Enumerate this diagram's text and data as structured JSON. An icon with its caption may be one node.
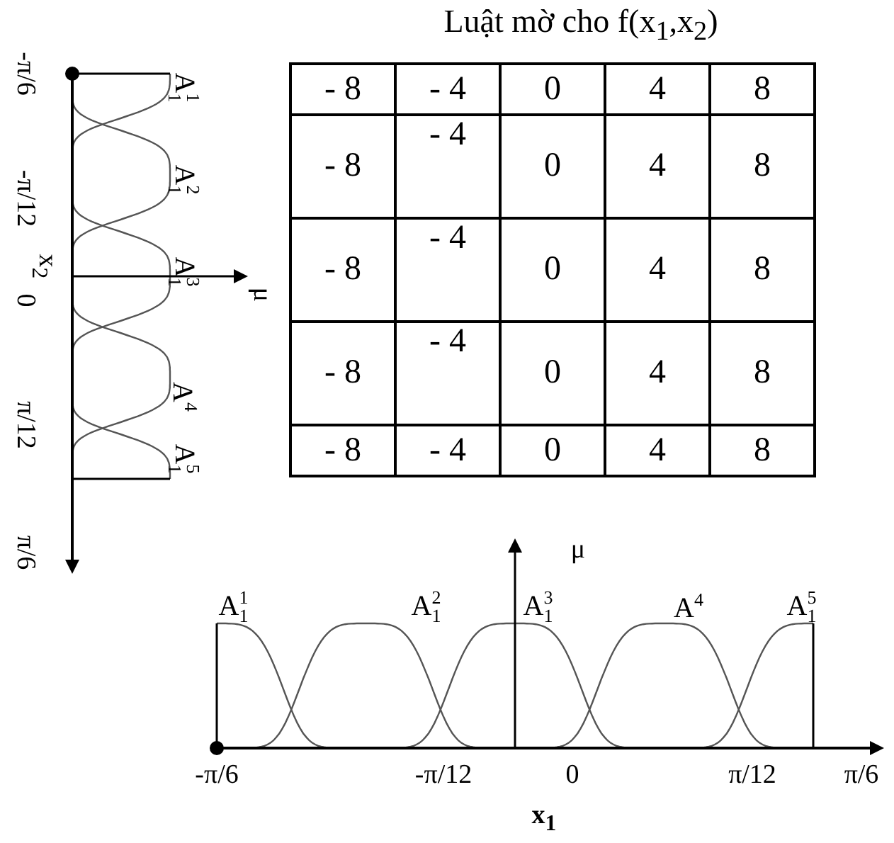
{
  "diagram": {
    "title": "Luật mờ cho f(x$_{1}$,x$_{2}$)",
    "labels": [
      "- 8",
      "- 4",
      "0",
      "4",
      "8",
      "- 8",
      "- 4",
      "0",
      "4",
      "8",
      "- 8",
      "- 4",
      "0",
      "4",
      "8",
      "- 8",
      "- 4",
      "0",
      "4",
      "8",
      "- 8",
      "- 4",
      "0",
      "4",
      "8",
      "A$^{1}$$_{1}$",
      "A$^{2}$$_{1}$",
      "A$^{3}$$_{1}$",
      "A$^{4}$",
      "A$^{5}$$_{1}$",
      "-π/6",
      "-π/12",
      "0",
      "π/12",
      "π/6",
      "x$_{2}$",
      "μ",
      "A$^{1}$$_{1}$",
      "A$^{2}$$_{1}$",
      "A$^{3}$$_{1}$",
      "A$^{4}$",
      "A$^{5}$$_{1}$",
      "μ",
      "-π/6",
      "-π/12",
      "0",
      "π/12",
      "π/6",
      "x$_{1}$"
    ]
  }
}
